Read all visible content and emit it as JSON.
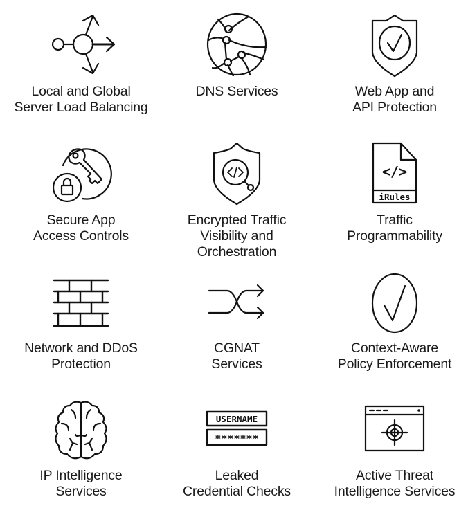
{
  "tiles": [
    {
      "icon": "load-balancer-arrows-icon",
      "lines": [
        "Local and Global",
        "Server Load Balancing"
      ]
    },
    {
      "icon": "dns-globe-network-icon",
      "lines": [
        "DNS Services"
      ]
    },
    {
      "icon": "shield-check-icon",
      "lines": [
        "Web App and",
        "API Protection"
      ]
    },
    {
      "icon": "key-lock-icon",
      "lines": [
        "Secure App",
        "Access Controls"
      ]
    },
    {
      "icon": "shield-code-magnifier-icon",
      "lines": [
        "Encrypted Traffic",
        "Visibility and",
        "Orchestration"
      ]
    },
    {
      "icon": "irules-code-file-icon",
      "lines": [
        "Traffic",
        "Programmability"
      ],
      "file_label": "iRules",
      "code_glyph": "</>"
    },
    {
      "icon": "brick-wall-firewall-icon",
      "lines": [
        "Network and DDoS",
        "Protection"
      ]
    },
    {
      "icon": "shuffle-arrows-icon",
      "lines": [
        "CGNAT",
        "Services"
      ]
    },
    {
      "icon": "circle-check-icon",
      "lines": [
        "Context-Aware",
        "Policy Enforcement"
      ]
    },
    {
      "icon": "brain-icon",
      "lines": [
        "IP Intelligence",
        "Services"
      ]
    },
    {
      "icon": "login-credentials-icon",
      "lines": [
        "Leaked",
        "Credential Checks"
      ],
      "username_text": "USERNAME",
      "password_text": "*******"
    },
    {
      "icon": "browser-target-icon",
      "lines": [
        "Active Threat",
        "Intelligence Services"
      ]
    }
  ]
}
